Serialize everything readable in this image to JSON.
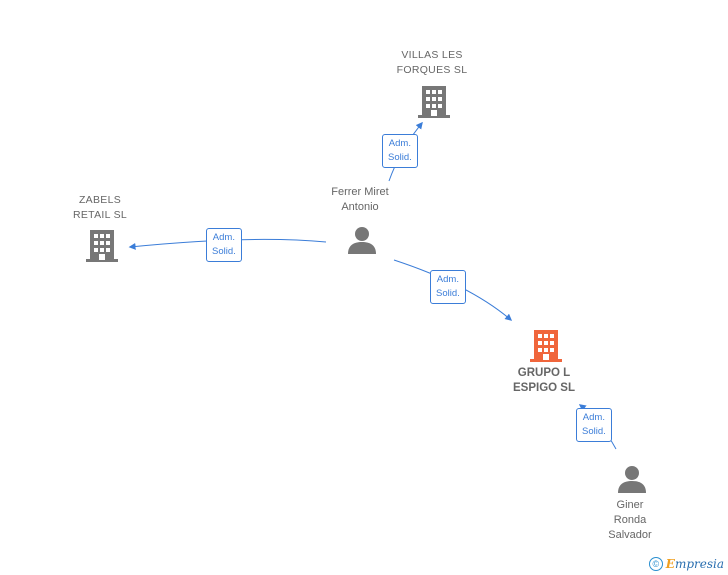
{
  "nodes": {
    "villas": {
      "label": "VILLAS LES\nFORQUES  SL",
      "kind": "company",
      "icon": "building-icon",
      "color": "#777777"
    },
    "zabels": {
      "label": "ZABELS\nRETAIL  SL",
      "kind": "company",
      "icon": "building-icon",
      "color": "#777777"
    },
    "ferrer": {
      "label": "Ferrer Miret\nAntonio",
      "kind": "person",
      "icon": "person-icon",
      "color": "#777777"
    },
    "grupo": {
      "label": "GRUPO L\nESPIGO  SL",
      "kind": "company-focus",
      "icon": "building-icon",
      "color": "#f0663c"
    },
    "giner": {
      "label": "Giner\nRonda\nSalvador",
      "kind": "person",
      "icon": "person-icon",
      "color": "#777777"
    }
  },
  "edges": [
    {
      "from": "ferrer",
      "to": "villas",
      "label": "Adm.\nSolid."
    },
    {
      "from": "ferrer",
      "to": "zabels",
      "label": "Adm.\nSolid."
    },
    {
      "from": "ferrer",
      "to": "grupo",
      "label": "Adm.\nSolid."
    },
    {
      "from": "giner",
      "to": "grupo",
      "label": "Adm.\nSolid."
    }
  ],
  "colors": {
    "edge": "#3b7dd8",
    "focus": "#f0663c",
    "node": "#777777"
  },
  "footer": {
    "symbol": "©",
    "brand_first": "E",
    "brand_rest": "mpresia"
  }
}
